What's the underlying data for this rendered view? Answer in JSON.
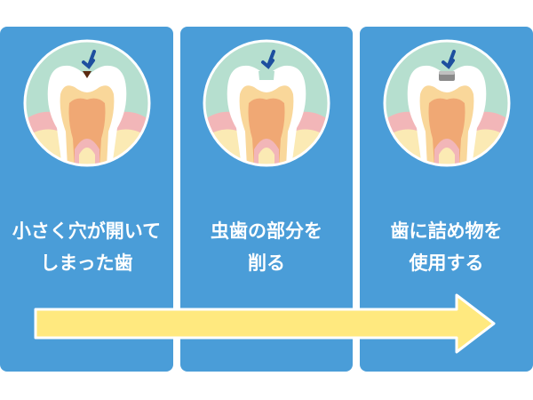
{
  "steps": [
    {
      "label_line1": "小さく穴が開いて",
      "label_line2": "しまった歯",
      "state": "cavity"
    },
    {
      "label_line1": "虫歯の部分を",
      "label_line2": "削る",
      "state": "drilled"
    },
    {
      "label_line1": "歯に詰め物を",
      "label_line2": "使用する",
      "state": "filled"
    }
  ],
  "colors": {
    "panel": "#4a9dd8",
    "arrow": "#ffe97f",
    "bg_circle": "#b6dfcf",
    "gum": "#f2b6b8",
    "bone": "#fbeab4",
    "enamel": "#ffffff",
    "dentin": "#f9d79a",
    "pulp": "#f0a874",
    "pointer": "#1d4f9f",
    "filling": "#8a8a8a"
  }
}
